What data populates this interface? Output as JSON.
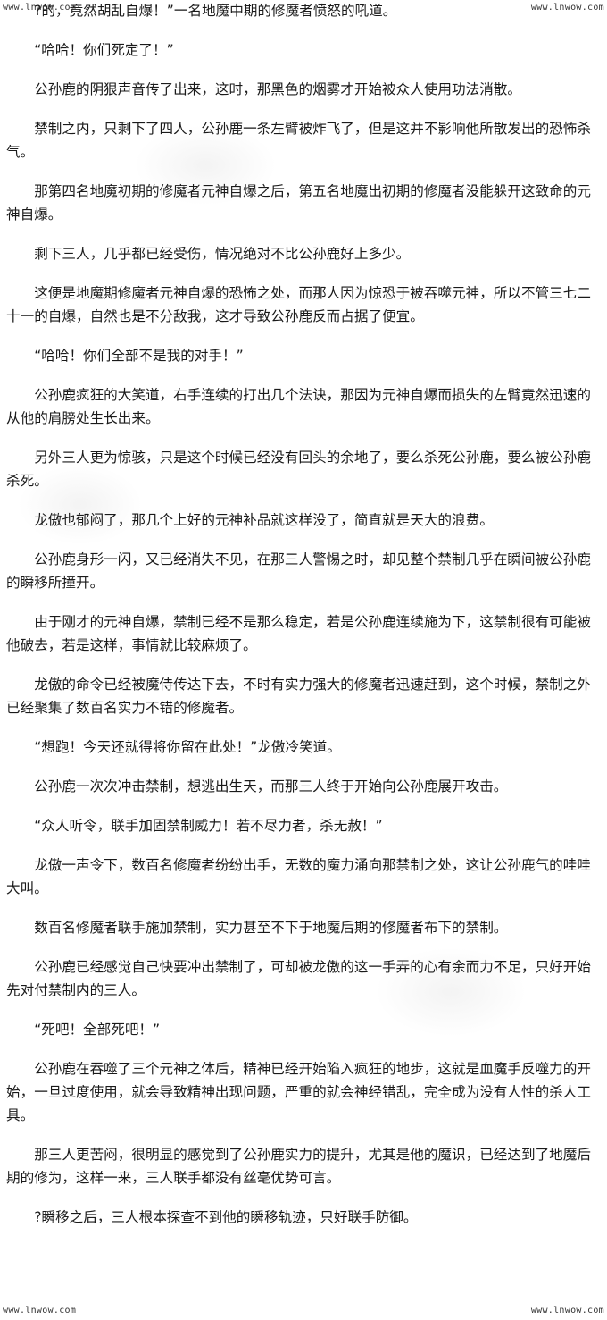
{
  "watermark": {
    "top_left": "www.lnwow.com",
    "top_right": "www.lnwow.com",
    "bottom_left": "www.lnwow.com",
    "bottom_right": "www.lnwow.com"
  },
  "paragraphs": [
    "?的，竟然胡乱自爆！”一名地魔中期的修魔者愤怒的吼道。",
    "“哈哈！你们死定了！”",
    "公孙鹿的阴狠声音传了出来，这时，那黑色的烟雾才开始被众人使用功法消散。",
    "禁制之内，只剩下了四人，公孙鹿一条左臂被炸飞了，但是这并不影响他所散发出的恐怖杀气。",
    "那第四名地魔初期的修魔者元神自爆之后，第五名地魔出初期的修魔者没能躲开这致命的元神自爆。",
    "剩下三人，几乎都已经受伤，情况绝对不比公孙鹿好上多少。",
    "这便是地魔期修魔者元神自爆的恐怖之处，而那人因为惊恐于被吞噬元神，所以不管三七二十一的自爆，自然也是不分敌我，这才导致公孙鹿反而占据了便宜。",
    "“哈哈！你们全部不是我的对手！”",
    "公孙鹿疯狂的大笑道，右手连续的打出几个法诀，那因为元神自爆而损失的左臂竟然迅速的从他的肩膀处生长出来。",
    "另外三人更为惊骇，只是这个时候已经没有回头的余地了，要么杀死公孙鹿，要么被公孙鹿杀死。",
    "龙傲也郁闷了，那几个上好的元神补品就这样没了，简直就是天大的浪费。",
    "公孙鹿身形一闪，又已经消失不见，在那三人警惕之时，却见整个禁制几乎在瞬间被公孙鹿的瞬移所撞开。",
    "由于刚才的元神自爆，禁制已经不是那么稳定，若是公孙鹿连续施为下，这禁制很有可能被他破去，若是这样，事情就比较麻烦了。",
    "龙傲的命令已经被魔侍传达下去，不时有实力强大的修魔者迅速赶到，这个时候，禁制之外已经聚集了数百名实力不错的修魔者。",
    "“想跑！今天还就得将你留在此处！”龙傲冷笑道。",
    "公孙鹿一次次冲击禁制，想逃出生天，而那三人终于开始向公孙鹿展开攻击。",
    "“众人听令，联手加固禁制威力！若不尽力者，杀无赦！”",
    "龙傲一声令下，数百名修魔者纷纷出手，无数的魔力涌向那禁制之处，这让公孙鹿气的哇哇大叫。",
    "数百名修魔者联手施加禁制，实力甚至不下于地魔后期的修魔者布下的禁制。",
    "公孙鹿已经感觉自己快要冲出禁制了，可却被龙傲的这一手弄的心有余而力不足，只好开始先对付禁制内的三人。",
    "“死吧！全部死吧！”",
    "公孙鹿在吞噬了三个元神之体后，精神已经开始陷入疯狂的地步，这就是血魔手反噬力的开始，一旦过度使用，就会导致精神出现问题，严重的就会神经错乱，完全成为没有人性的杀人工具。",
    "那三人更苦闷，很明显的感觉到了公孙鹿实力的提升，尤其是他的魔识，已经达到了地魔后期的修为，这样一来，三人联手都没有丝毫优势可言。",
    "?瞬移之后，三人根本探查不到他的瞬移轨迹，只好联手防御。"
  ]
}
